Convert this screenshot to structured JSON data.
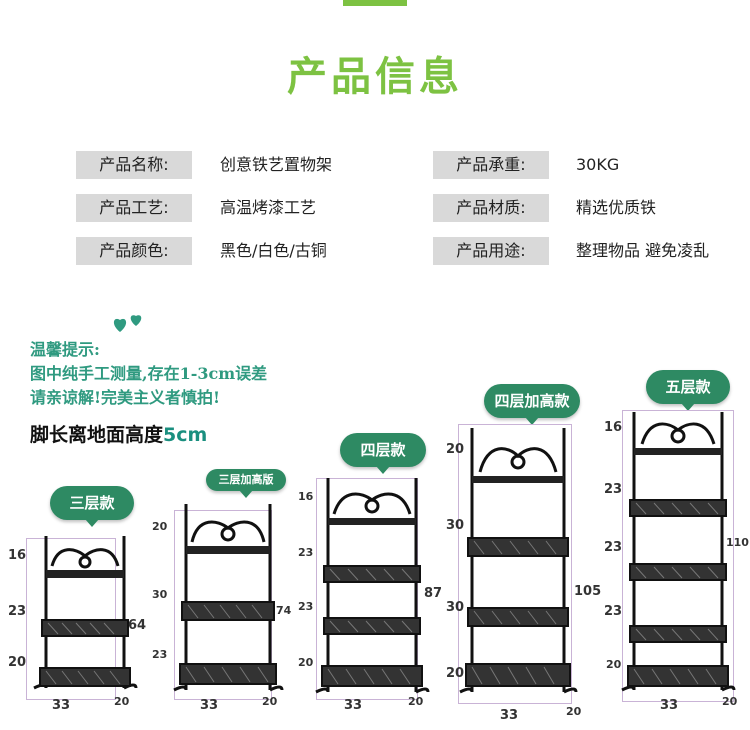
{
  "title": "产品信息",
  "specs": [
    {
      "label": "产品名称:",
      "value": "创意铁艺置物架"
    },
    {
      "label": "产品承重:",
      "value": "30KG"
    },
    {
      "label": "产品工艺:",
      "value": "高温烤漆工艺"
    },
    {
      "label": "产品材质:",
      "value": "精选优质铁"
    },
    {
      "label": "产品颜色:",
      "value": "黑色/白色/古铜"
    },
    {
      "label": "产品用途:",
      "value": "整理物品 避免凌乱"
    }
  ],
  "note": {
    "line1": "温馨提示:",
    "line2": "图中纯手工测量,存在1-3cm误差",
    "line3": "请亲谅解!完美主义者慎拍!"
  },
  "foot": {
    "text": "脚长离地面高度",
    "num": "5cm"
  },
  "models": [
    {
      "name": "三层款",
      "height": "64",
      "width": "33",
      "depth": "20",
      "spacings": [
        "16",
        "23",
        "20"
      ]
    },
    {
      "name": "三层加高版",
      "height": "74",
      "width": "33",
      "depth": "20",
      "spacings": [
        "20",
        "30",
        "23"
      ]
    },
    {
      "name": "四层款",
      "height": "87",
      "width": "33",
      "depth": "20",
      "spacings": [
        "16",
        "23",
        "23",
        "20"
      ]
    },
    {
      "name": "四层加高款",
      "height": "105",
      "width": "33",
      "depth": "20",
      "spacings": [
        "20",
        "30",
        "30",
        "20"
      ]
    },
    {
      "name": "五层款",
      "height": "110",
      "width": "33",
      "depth": "20",
      "spacings": [
        "16",
        "23",
        "23",
        "23",
        "20"
      ]
    }
  ],
  "colors": {
    "accent": "#7dc242",
    "bubble": "#2e8a63",
    "note": "#2f9a80",
    "label_bg": "#d9d9d9"
  }
}
